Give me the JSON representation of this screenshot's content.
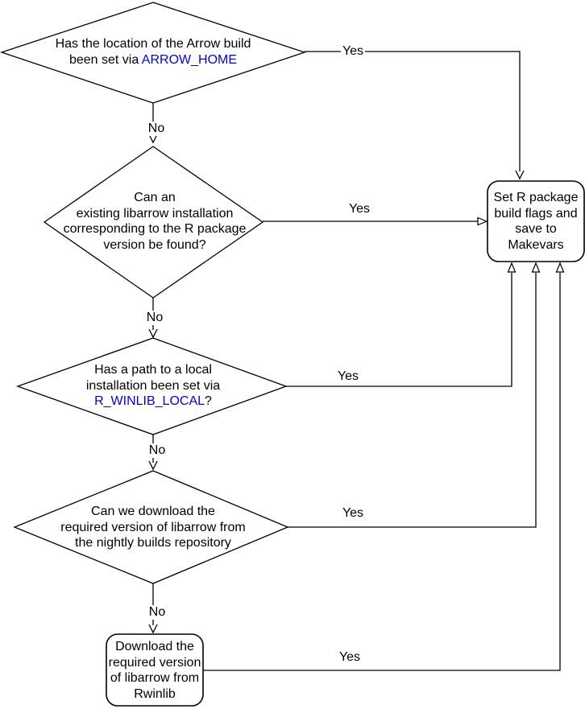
{
  "diagram": {
    "colors": {
      "link": "#0000EE",
      "stroke": "#000000",
      "background": "#ffffff"
    },
    "nodes": {
      "arrow_home_decision": {
        "line1": "Has the location of the Arrow build",
        "line2_text": "been set via ",
        "line2_link": "ARROW_HOME"
      },
      "existing_install_decision": {
        "line1": "Can an",
        "line2": "existing libarrow installation",
        "line3": "corresponding to the R package",
        "line4": "version be found?"
      },
      "winlib_local_decision": {
        "line1": "Has a path to a local",
        "line2": "installation been set via",
        "line3_link": "R_WINLIB_LOCAL",
        "line3_suffix": "?"
      },
      "nightly_download_decision": {
        "line1": "Can we download the",
        "line2": "required version of libarrow from",
        "line3": "the nightly builds repository"
      },
      "makevars_process": {
        "line1": "Set R package",
        "line2": "build flags and",
        "line3": "save to",
        "line4": "Makevars"
      },
      "rwinlib_process": {
        "line1": "Download the",
        "line2": "required version",
        "line3": "of libarrow from",
        "line4": "Rwinlib"
      }
    },
    "edge_labels": {
      "arrow_home_yes": "Yes",
      "arrow_home_no": "No",
      "existing_install_yes": "Yes",
      "existing_install_no": "No",
      "winlib_local_yes": "Yes",
      "winlib_local_no": "No",
      "nightly_yes": "Yes",
      "nightly_no": "No",
      "rwinlib_yes": "Yes"
    }
  }
}
